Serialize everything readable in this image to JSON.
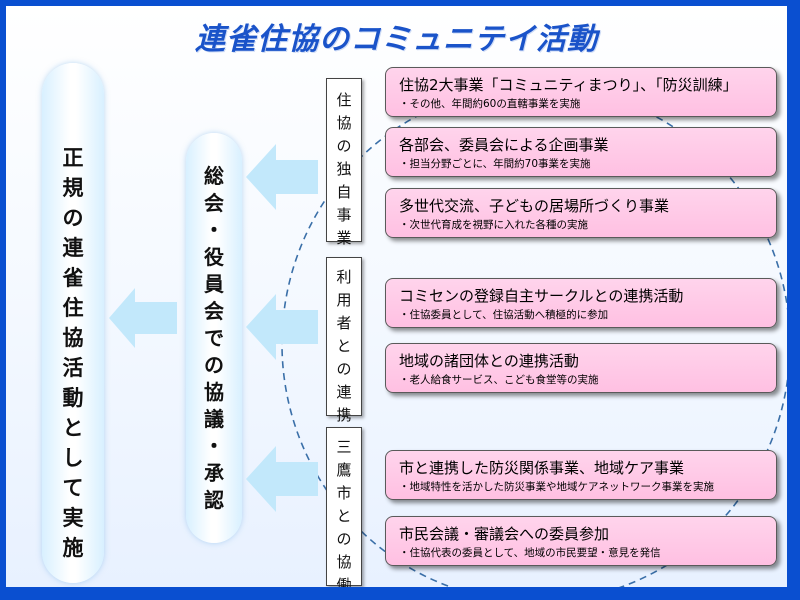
{
  "title": "連雀住協のコミュニテイ活動",
  "left_pill": {
    "text": "正規の連雀住協活動として実施"
  },
  "middle_pill": {
    "text": "総会・役員会での協議・承認"
  },
  "categories": [
    {
      "text": "住協の独自事業"
    },
    {
      "text": "利用者との連携"
    },
    {
      "text": "三鷹市との協働"
    }
  ],
  "cards": [
    {
      "title": "住協2大事業「コミュニティまつり」、「防災訓練」",
      "sub": "・その他、年間約60の直轄事業を実施"
    },
    {
      "title": "各部会、委員会による企画事業",
      "sub": "・担当分野ごとに、年間約70事業を実施"
    },
    {
      "title": "多世代交流、子どもの居場所づくり事業",
      "sub": "・次世代育成を視野に入れた各種の実施"
    },
    {
      "title": "コミセンの登録自主サークルとの連携活動",
      "sub": "・住協委員として、住協活動へ積極的に参加"
    },
    {
      "title": "地域の諸団体との連携活動",
      "sub": "・老人給食サービス、こども食堂等の実施"
    },
    {
      "title": "市と連携した防災関係事業、地域ケア事業",
      "sub": "・地域特性を活かした防災事業や地域ケアネットワーク事業を実施"
    },
    {
      "title": "市民会議・審議会への委員参加",
      "sub": "・住協代表の委員として、地域の市民要望・意見を発信"
    }
  ],
  "colors": {
    "frame": "#0a4fd0",
    "title": "#1a53c9",
    "card": "#ffc8e6",
    "arrow": "#bfe6fb"
  }
}
